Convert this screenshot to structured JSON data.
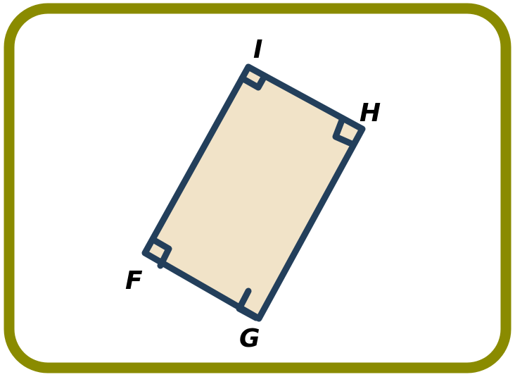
{
  "frame": {
    "border_color": "#8a8b00",
    "background_color": "#ffffff"
  },
  "shape": {
    "type": "rectangle",
    "fill_color": "#f1e3c8",
    "stroke_color": "#233f5b",
    "right_angle_markers": 4
  },
  "vertices": {
    "I": "I",
    "H": "H",
    "G": "G",
    "F": "F"
  }
}
